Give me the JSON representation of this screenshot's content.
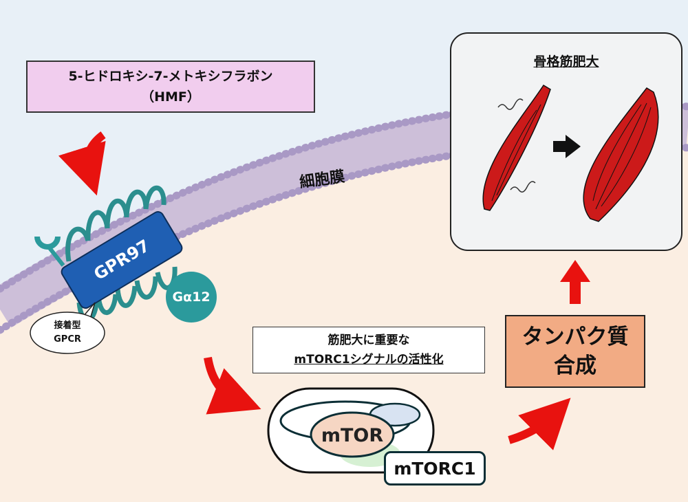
{
  "compound": {
    "line1": "5-ヒドロキシ-7-メトキシフラボン",
    "line2": "（HMF）"
  },
  "membrane_label": "細胞膜",
  "receptor": {
    "name": "GPR97",
    "callout_line1": "接着型",
    "callout_line2": "GPCR"
  },
  "g_protein": "Gα12",
  "key_point": {
    "line1": "筋肥大に重要な",
    "line2": "mTORC1シグナルの活性化"
  },
  "complex": {
    "core": "mTOR",
    "name": "mTORC1"
  },
  "outcome": {
    "line1": "タンパク質",
    "line2": "合成"
  },
  "muscle_panel": {
    "title": "骨格筋肥大"
  },
  "colors": {
    "cytoplasm": "#fbeee2",
    "extracellular": "#e8f0f7",
    "arrow": "#e8120f",
    "receptor": "#1f5fb3",
    "g_protein": "#2b9a9c",
    "muscle": "#cc1a1a"
  }
}
